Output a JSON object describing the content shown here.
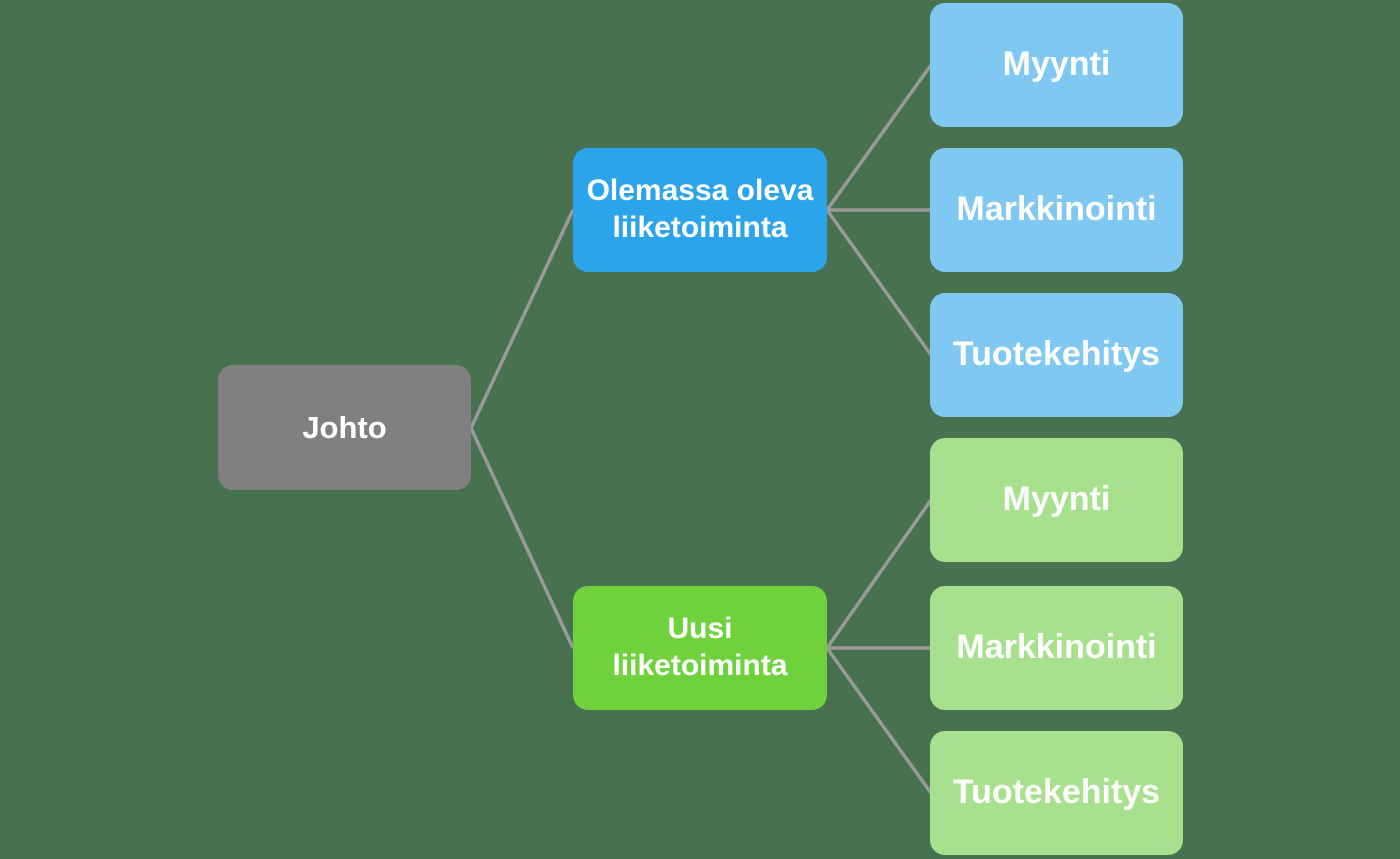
{
  "diagram": {
    "type": "org-chart-mindmap",
    "language": "fi"
  },
  "colors": {
    "bg": "#48714F",
    "root_fill": "#808080",
    "branch_blue_fill": "#2BA4EB",
    "branch_green_fill": "#6FD23D",
    "leaf_blue_fill": "#7EC8F1",
    "leaf_green_fill": "#A8E18D",
    "edge_stroke": "#9A9A9A",
    "node_text": "#FFFFFF"
  },
  "nodes": {
    "root": {
      "label": "Johto"
    },
    "branch_existing": {
      "label": "Olemassa oleva liiketoiminta"
    },
    "branch_new": {
      "label": "Uusi liiketoiminta"
    },
    "existing_children": [
      {
        "label": "Myynti"
      },
      {
        "label": "Markkinointi"
      },
      {
        "label": "Tuotekehitys"
      }
    ],
    "new_children": [
      {
        "label": "Myynti"
      },
      {
        "label": "Markkinointi"
      },
      {
        "label": "Tuotekehitys"
      }
    ]
  }
}
